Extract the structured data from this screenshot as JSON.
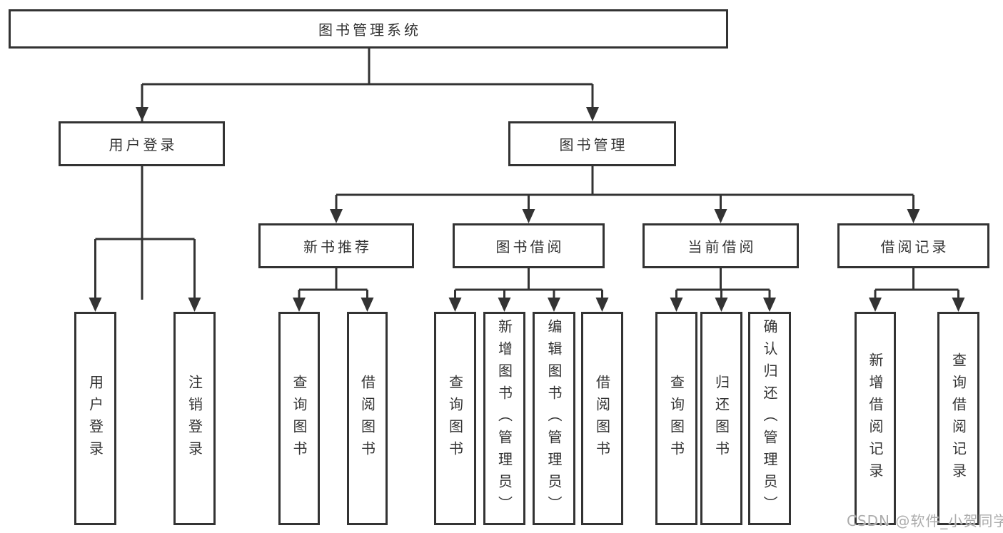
{
  "nodes": {
    "root": "图书管理系统",
    "l2": [
      "用户登录",
      "图书管理"
    ],
    "l3": [
      "新书推荐",
      "图书借阅",
      "当前借阅",
      "借阅记录"
    ],
    "l4": {
      "login": [
        "用户登录",
        "注销登录"
      ],
      "recommend": [
        "查询图书",
        "借阅图书"
      ],
      "borrow": [
        "查询图书",
        "新增图书（管理员）",
        "编辑图书（管理员）",
        "借阅图书"
      ],
      "current": [
        "查询图书",
        "归还图书",
        "确认归还（管理员）"
      ],
      "records": [
        "新增借阅记录",
        "查询借阅记录"
      ]
    }
  },
  "watermark": "CSDN @软件_小贺同学",
  "colors": {
    "line": "#333333",
    "text": "#333333",
    "background": "#ffffff",
    "watermark": "#9e9e9e"
  }
}
